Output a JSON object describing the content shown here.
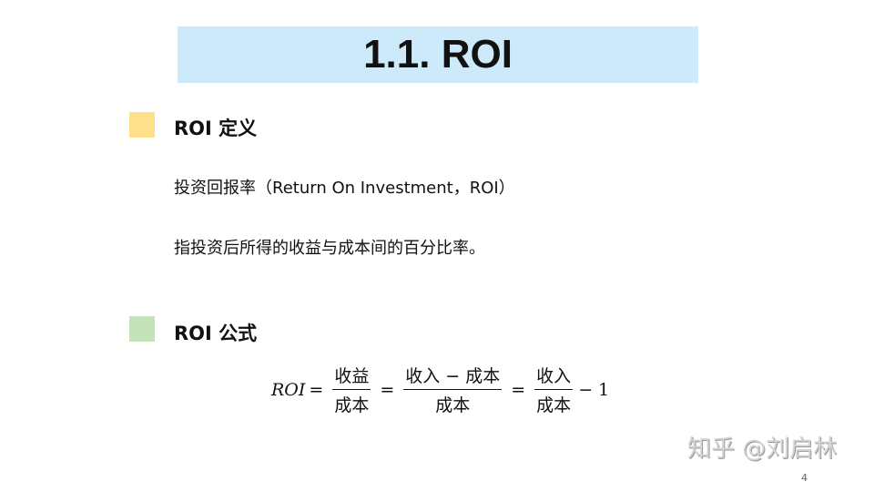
{
  "title": "1.1. ROI",
  "section1": {
    "heading": "ROI 定义",
    "color": "#ffe08a",
    "lines": [
      "投资回报率（Return On Investment，ROI）",
      "指投资后所得的收益与成本间的百分比率。"
    ]
  },
  "section2": {
    "heading": "ROI 公式",
    "color": "#c5e3b8"
  },
  "formula": {
    "lhs": "ROI",
    "eq": "=",
    "f1_num": "收益",
    "f1_den": "成本",
    "f2_num": "收入 − 成本",
    "f2_den": "成本",
    "f3_num": "收入",
    "f3_den": "成本",
    "tail": "− 1"
  },
  "watermark": "知乎 @刘启林",
  "page_number": "4"
}
